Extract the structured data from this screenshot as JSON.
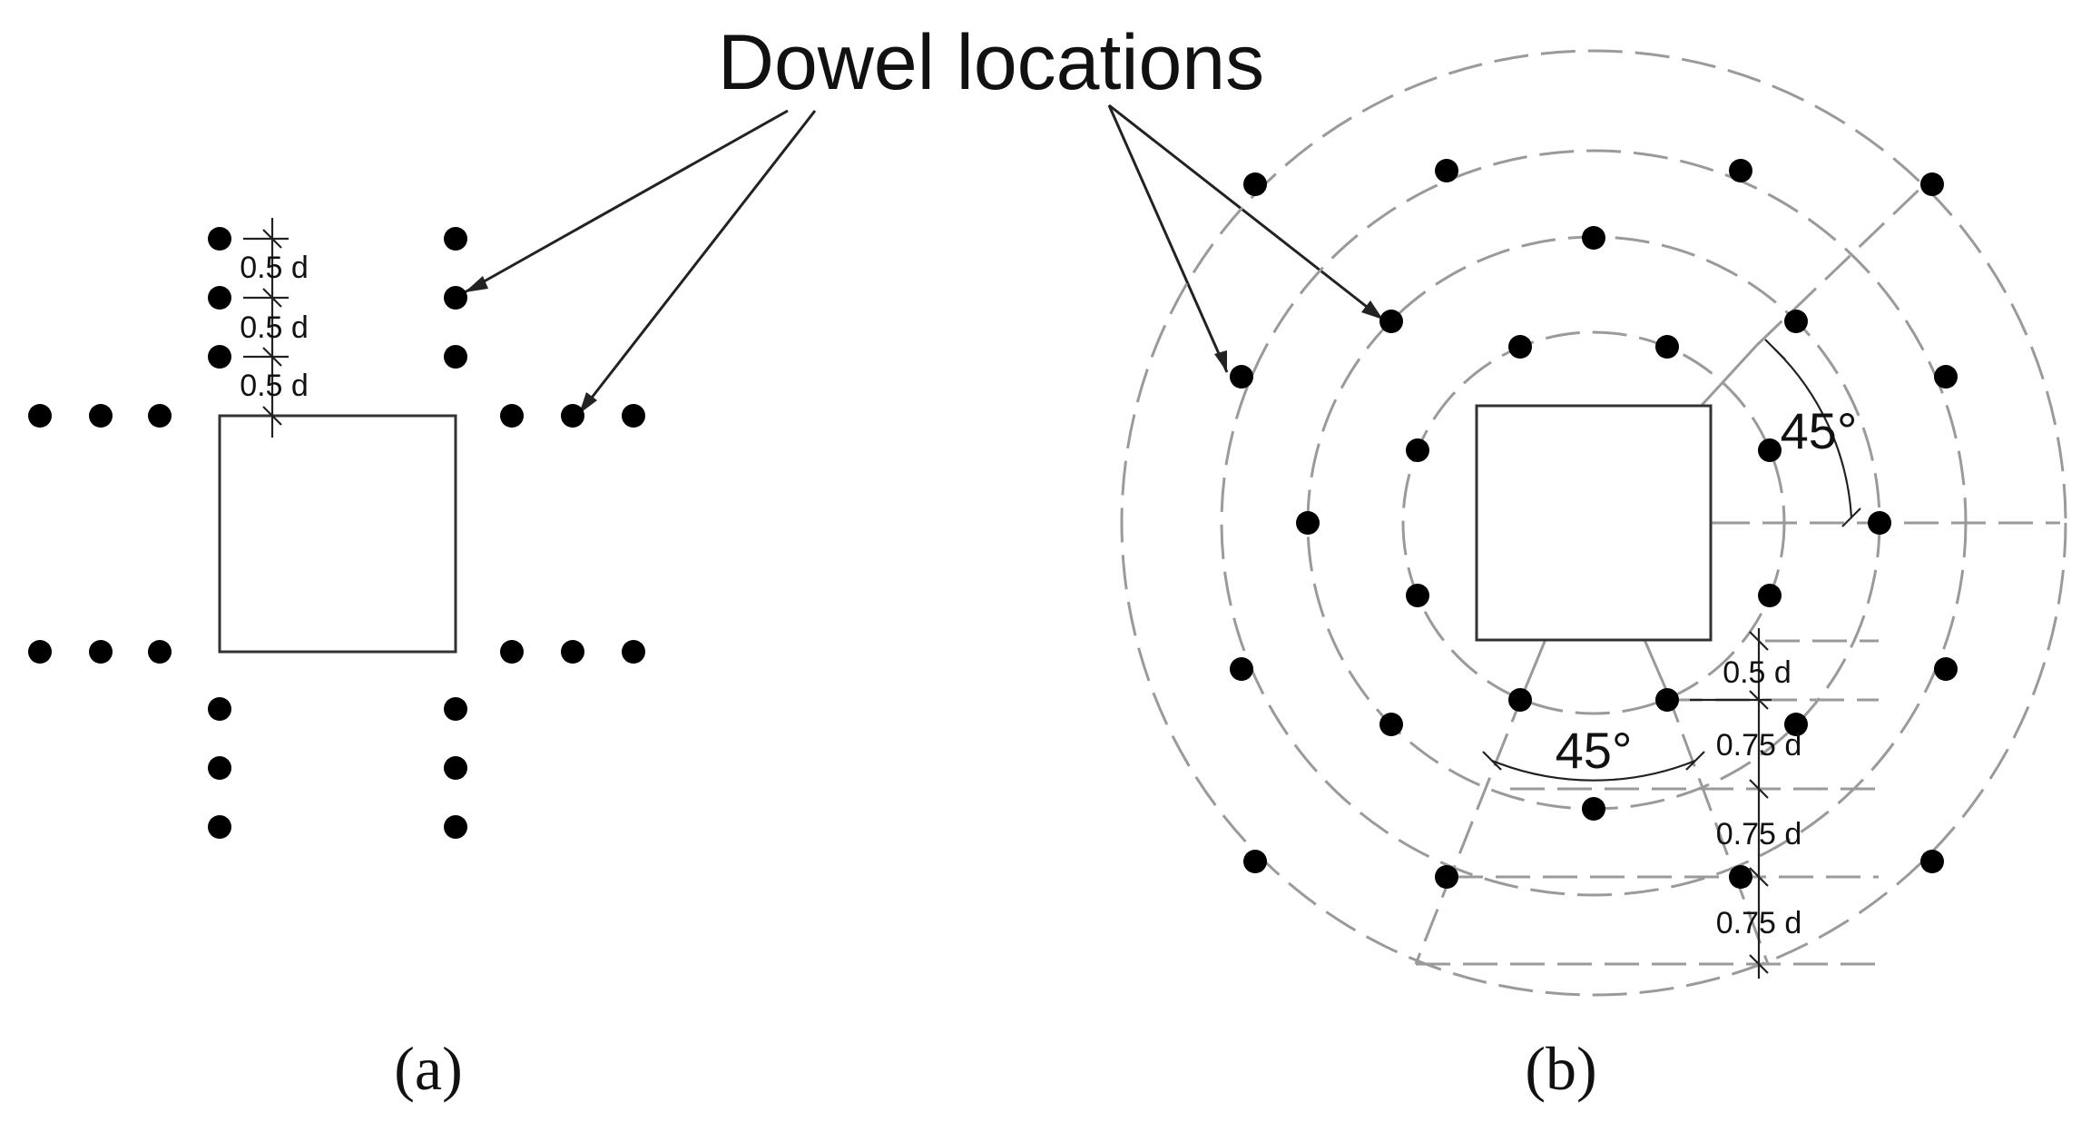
{
  "title": "Dowel locations",
  "panels": {
    "a": {
      "label": "(a)",
      "dims": [
        "0.5 d",
        "0.5 d",
        "0.5 d"
      ]
    },
    "b": {
      "label": "(b)",
      "angle_top": "45°",
      "angle_bottom": "45°",
      "dims": [
        "0.5 d",
        "0.75 d",
        "0.75 d",
        "0.75 d"
      ]
    }
  },
  "colors": {
    "dowel": "#000000",
    "guide": "#9a9a9a",
    "line": "#222222"
  }
}
